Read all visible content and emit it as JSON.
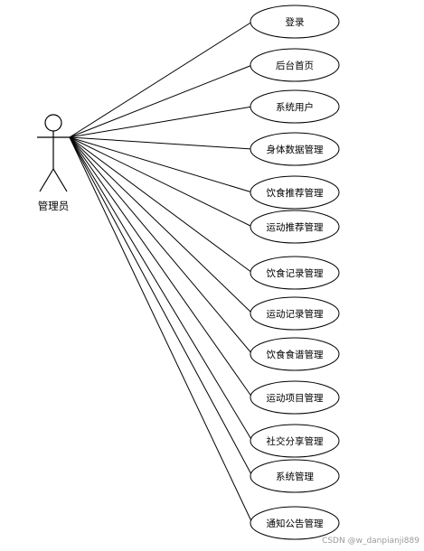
{
  "actor": {
    "label": "管理员"
  },
  "use_cases": [
    {
      "label": "登录"
    },
    {
      "label": "后台首页"
    },
    {
      "label": "系统用户"
    },
    {
      "label": "身体数据管理"
    },
    {
      "label": "饮食推荐管理"
    },
    {
      "label": "运动推荐管理"
    },
    {
      "label": "饮食记录管理"
    },
    {
      "label": "运动记录管理"
    },
    {
      "label": "饮食食谱管理"
    },
    {
      "label": "运动项目管理"
    },
    {
      "label": "社交分享管理"
    },
    {
      "label": "系统管理"
    },
    {
      "label": "通知公告管理"
    }
  ],
  "watermark": "CSDN @w_danpianji889"
}
